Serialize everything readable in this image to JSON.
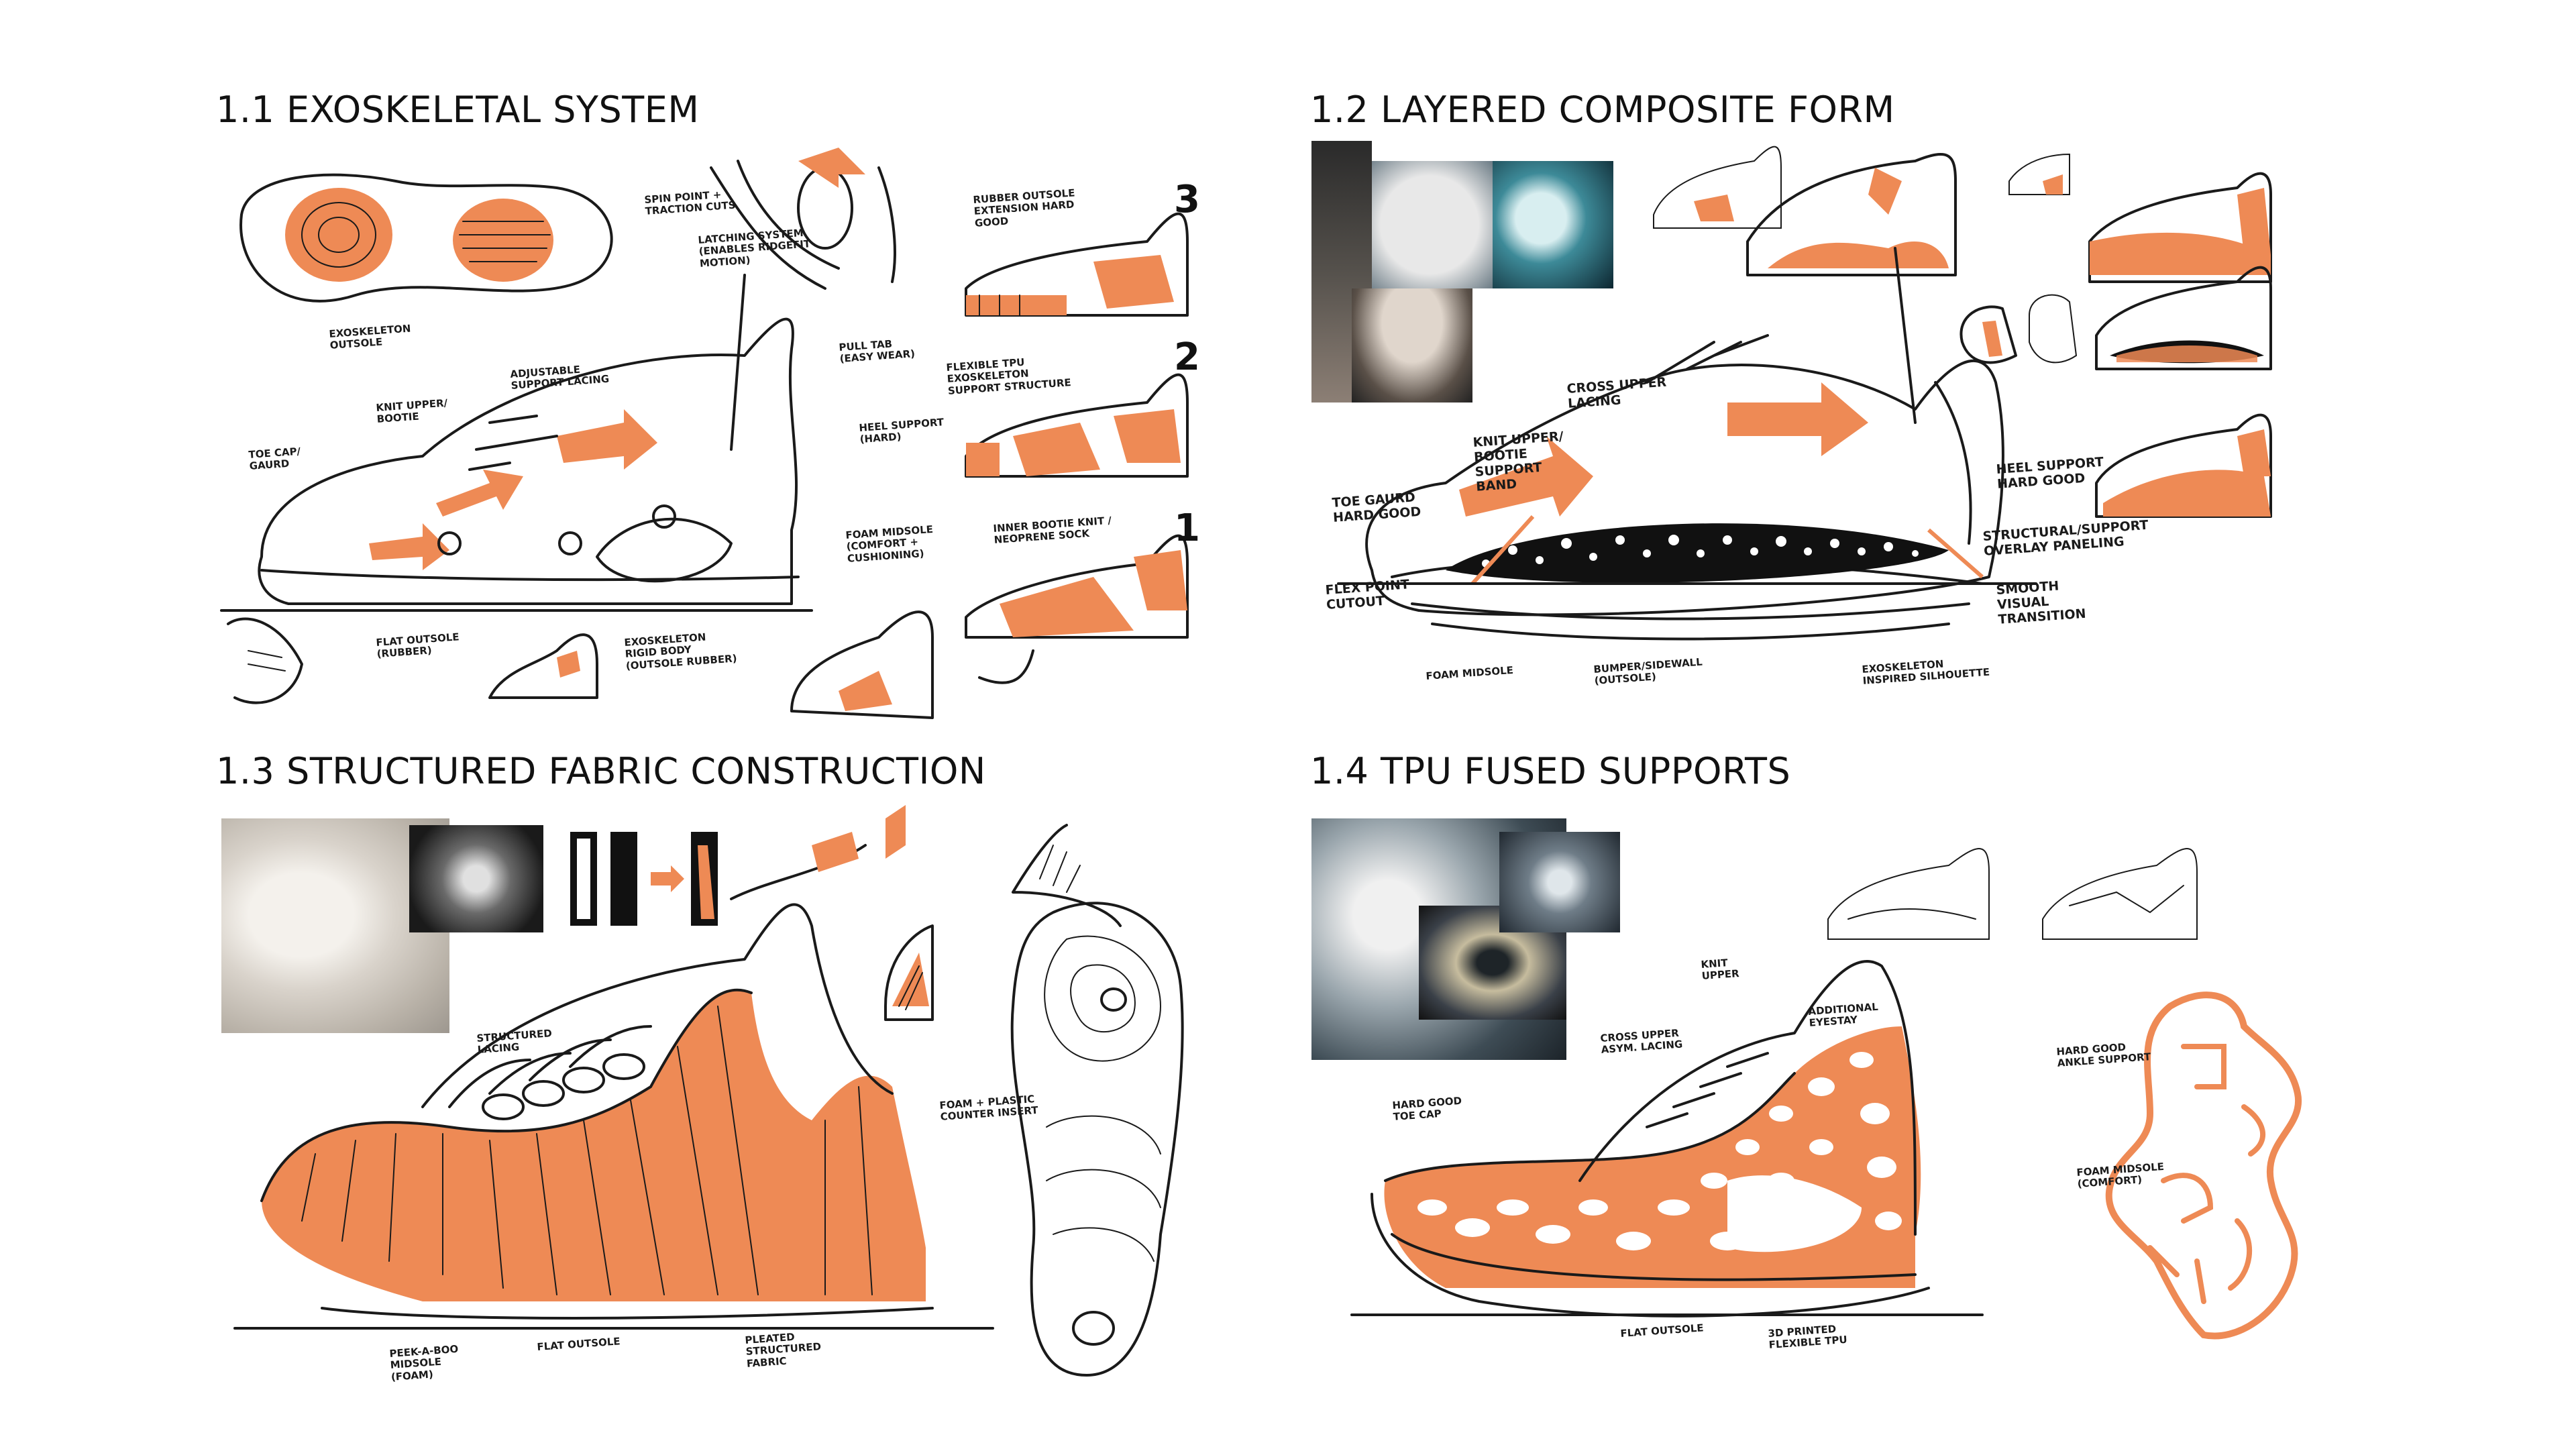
{
  "colors": {
    "accent": "#ee8a55",
    "ink": "#1a1a1a",
    "background": "#ffffff"
  },
  "sections": [
    {
      "title": "1.1 EXOSKELETAL SYSTEM",
      "notes": [
        "SPIN POINT + TRACTION CUTS",
        "LATCHING SYSTEM (ENABLES RIDGEFIT MOTION)",
        "EXOSKELETON OUTSOLE",
        "ADJUSTABLE SUPPORT LACING",
        "PULL TAB (EASY WEAR)",
        "KNIT UPPER/ BOOTIE",
        "HEEL SUPPORT (HARD)",
        "TOE CAP/ GAURD",
        "FOAM MIDSOLE (COMFORT + CUSHIONING)",
        "FLAT OUTSOLE (RUBBER)",
        "EXOSKELETON RIGID BODY (OUTSOLE RUBBER)",
        "RUBBER OUTSOLE EXTENSION HARD GOOD",
        "FLEXIBLE TPU EXOSKELETON SUPPORT STRUCTURE",
        "INNER BOOTIE KNIT / NEOPRENE SOCK"
      ],
      "steps": [
        "3",
        "2",
        "1"
      ]
    },
    {
      "title": "1.2 LAYERED COMPOSITE FORM",
      "notes": [
        "CROSS UPPER LACING",
        "KNIT UPPER/ BOOTIE SUPPORT BAND",
        "TOE GAURD HARD GOOD",
        "HEEL SUPPORT HARD GOOD",
        "STRUCTURAL/SUPPORT OVERLAY PANELING",
        "FLEX POINT CUTOUT",
        "SMOOTH VISUAL TRANSITION",
        "FOAM MIDSOLE",
        "BUMPER/SIDEWALL (OUTSOLE)",
        "EXOSKELETON INSPIRED SILHOUETTE"
      ]
    },
    {
      "title": "1.3 STRUCTURED FABRIC CONSTRUCTION",
      "notes": [
        "STRUCTURED LACING",
        "FOAM + PLASTIC COUNTER INSERT",
        "PEEK-A-BOO MIDSOLE (FOAM)",
        "FLAT OUTSOLE",
        "PLEATED STRUCTURED FABRIC"
      ]
    },
    {
      "title": "1.4  TPU FUSED SUPPORTS",
      "notes": [
        "KNIT UPPER",
        "CROSS UPPER ASYM. LACING",
        "ADDITIONAL EYESTAY",
        "HARD GOOD ANKLE SUPPORT",
        "HARD GOOD TOE CAP",
        "FOAM MIDSOLE (COMFORT)",
        "FLAT OUTSOLE",
        "3D PRINTED FLEXIBLE TPU"
      ]
    }
  ]
}
